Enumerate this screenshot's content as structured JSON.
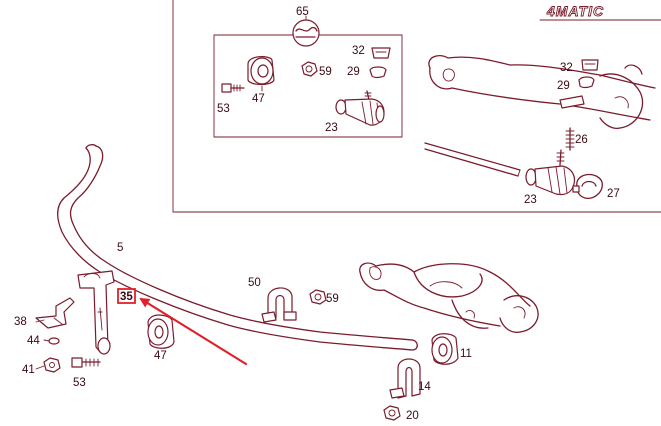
{
  "brand_label": "4MATIC",
  "colors": {
    "line": "#7a1c2c",
    "highlight": "#e0202a",
    "background": "#ffffff"
  },
  "callouts": {
    "p65": "65",
    "p32a": "32",
    "p29a": "29",
    "p59a": "59",
    "p53a": "53",
    "p47a": "47",
    "p23a": "23",
    "p32b": "32",
    "p29b": "29",
    "p26": "26",
    "p23b": "23",
    "p27": "27",
    "p5": "5",
    "p50": "50",
    "p59b": "59",
    "p35": "35",
    "p38": "38",
    "p44": "44",
    "p41": "41",
    "p53b": "53",
    "p47b": "47",
    "p11": "11",
    "p14": "14",
    "p20": "20"
  },
  "highlighted_part": "35"
}
